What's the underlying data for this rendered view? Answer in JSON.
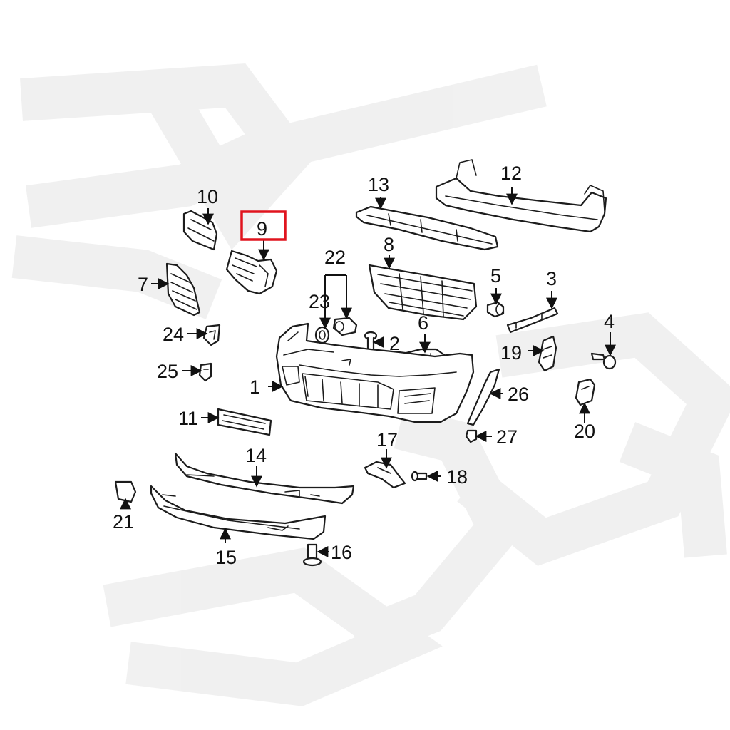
{
  "callouts": {
    "c1": "1",
    "c2": "2",
    "c3": "3",
    "c4": "4",
    "c5": "5",
    "c6": "6",
    "c7": "7",
    "c8": "8",
    "c9": "9",
    "c10": "10",
    "c11": "11",
    "c12": "12",
    "c13": "13",
    "c14": "14",
    "c15": "15",
    "c16": "16",
    "c17": "17",
    "c18": "18",
    "c19": "19",
    "c20": "20",
    "c21": "21",
    "c22": "22",
    "c23": "23",
    "c24": "24",
    "c25": "25",
    "c26": "26",
    "c27": "27"
  },
  "highlighted_callout": "9",
  "colors": {
    "highlight": "#e0141e",
    "line": "#1c1c1c",
    "watermark": "#efefef"
  }
}
